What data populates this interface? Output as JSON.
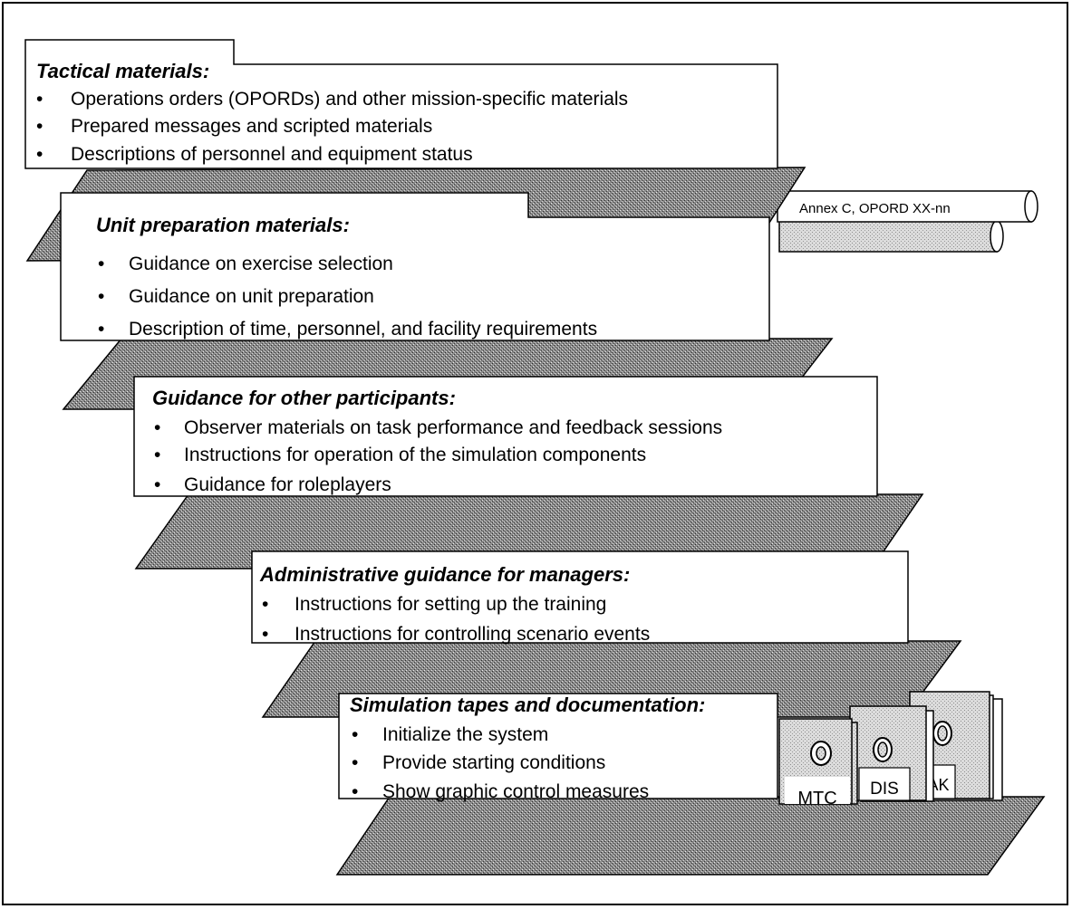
{
  "annex_label": "Annex C, OPORD XX-nn",
  "cards": [
    {
      "heading": "Tactical materials:",
      "items": [
        "Operations orders (OPORDs) and other mission-specific materials",
        "Prepared messages and scripted materials",
        "Descriptions of personnel and equipment status"
      ]
    },
    {
      "heading": "Unit preparation materials:",
      "items": [
        "Guidance on exercise selection",
        "Guidance on unit preparation",
        "Description of  time, personnel, and facility requirements"
      ]
    },
    {
      "heading": "Guidance for other participants:",
      "items": [
        "Observer materials on task performance and feedback sessions",
        "Instructions for operation of the simulation components",
        "Guidance for roleplayers"
      ]
    },
    {
      "heading": "Administrative guidance for managers:",
      "items": [
        "Instructions for setting up the training",
        "Instructions for controlling scenario events"
      ]
    },
    {
      "heading": "Simulation tapes and documentation:",
      "items": [
        "Initialize the system",
        "Provide starting conditions",
        "Show graphic control measures"
      ]
    }
  ],
  "binders": [
    "MTC",
    "DIS",
    "DAK"
  ],
  "bullet": "•"
}
